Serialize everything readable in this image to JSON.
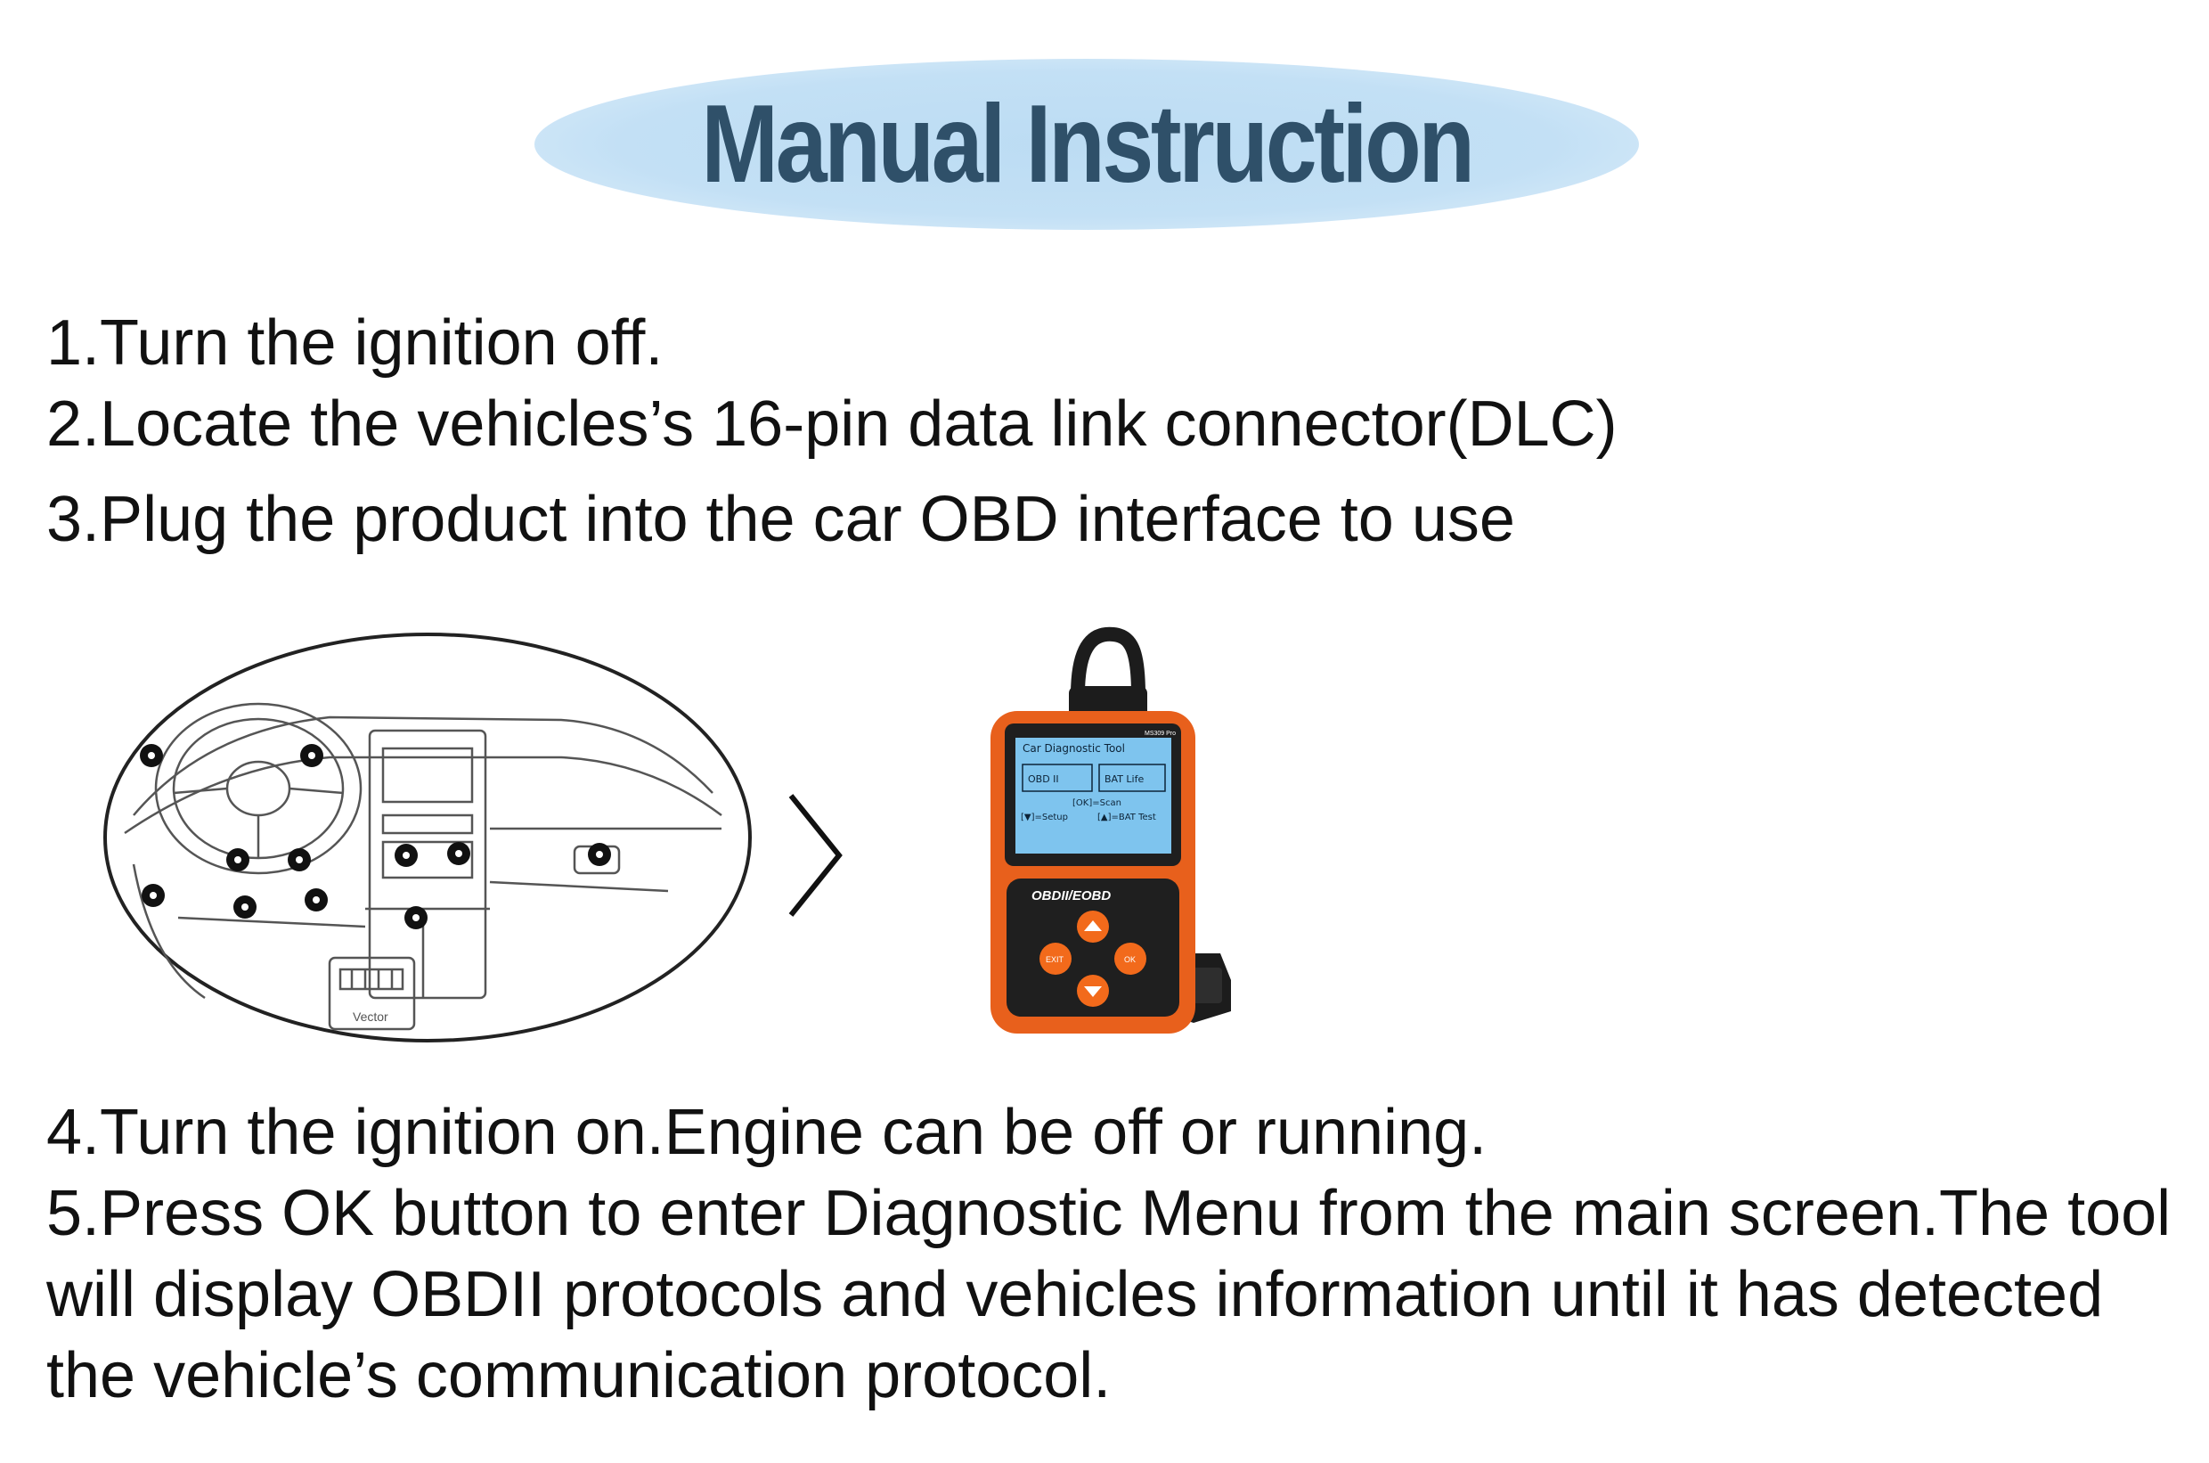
{
  "title": "Manual Instruction",
  "steps_top": [
    "1.Turn the ignition off.",
    "2.Locate the vehicles’s 16-pin data link connector(DLC)",
    "3.Plug the product into the car OBD interface to use"
  ],
  "steps_bottom": [
    "4.Turn the ignition on.Engine can be off or running.",
    "5.Press OK button to enter Diagnostic Menu from the main screen.The tool will display OBDII protocols and vehicles information until it has detected the vehicle’s communication protocol."
  ],
  "dashboard": {
    "connector_label": "Vector",
    "marker_icon": "location-dot-icon"
  },
  "device": {
    "model": "MS309 Pro",
    "screen_title": "Car Diagnostic Tool",
    "screen_obd": "OBD II",
    "screen_bat": "BAT Life",
    "screen_ok": "[OK]=Scan",
    "screen_setup": "[▼]=Setup",
    "screen_battest": "[▲]=BAT Test",
    "brand": "OBDII/EOBD",
    "exit_label": "EXIT",
    "ok_label": "OK",
    "body_color": "#e8601c",
    "keypad_color": "#1f1f1f",
    "button_color": "#f26a1b"
  },
  "colors": {
    "title_text": "#2f5069",
    "title_bg": "#c3e0f5"
  }
}
